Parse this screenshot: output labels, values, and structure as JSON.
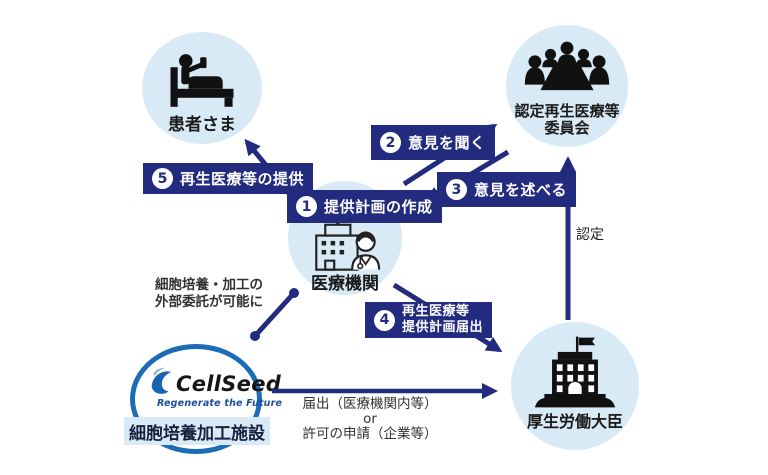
{
  "nodes": {
    "patient": {
      "label": "患者さま"
    },
    "committee": {
      "line1": "認定再生医療等",
      "line2": "委員会"
    },
    "hospital": {
      "label": "医療機関"
    },
    "cellseed": {
      "brand": "CellSeed",
      "tagline": "Regenerate the Future",
      "label": "細胞培養加工施設"
    },
    "minister": {
      "label": "厚生労働大臣"
    }
  },
  "steps": {
    "s1": {
      "num": "1",
      "text": "提供計画の作成"
    },
    "s2": {
      "num": "2",
      "text": "意見を聞く"
    },
    "s3": {
      "num": "3",
      "text": "意見を述べる"
    },
    "s4": {
      "num": "4",
      "line1": "再生医療等",
      "line2": "提供計画届出"
    },
    "s5": {
      "num": "5",
      "text": "再生医療等の提供"
    }
  },
  "annotations": {
    "certification": "認定",
    "outsourcing": {
      "line1": "細胞培養・加工の",
      "line2": "外部委託が可能に"
    },
    "filing": {
      "line1": "届出（医療機関内等）",
      "line2": "or",
      "line3": "許可の申請（企業等）"
    }
  },
  "colors": {
    "navy": "#222b7d",
    "node_light_blue": "#d9eaf7",
    "cellseed_ring_blue": "#1d6db6",
    "icon_black": "#111111"
  }
}
